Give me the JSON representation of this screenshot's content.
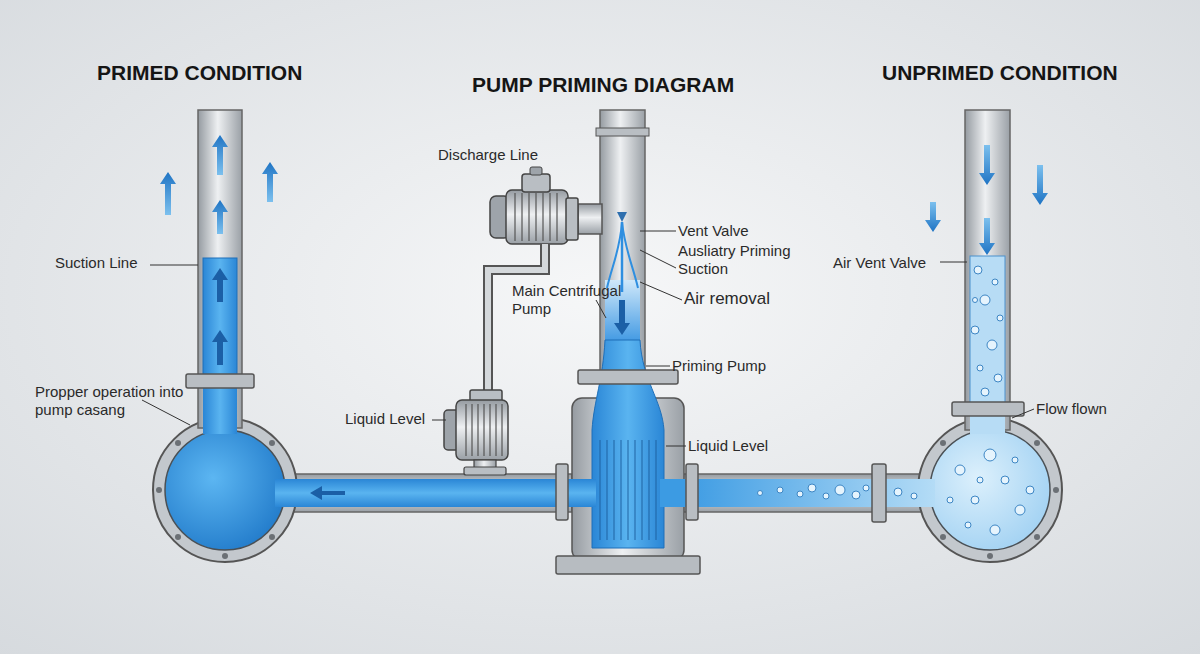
{
  "diagram": {
    "title": "PUMP PRIMING DIAGRAM",
    "labels": [
      "PRIMED CONDITION",
      "UNPRIMED CONDITION",
      "Discharge Line",
      "Vent Valve",
      "Ausliatry Priming Suction",
      "Suction Line",
      "Main Centrifugal Pump",
      "Air removal",
      "Air Vent Valve",
      "Priming Pump",
      "Propper operation into pump casang",
      "Liquid Level",
      "Liquid Level",
      "Flow flown"
    ]
  }
}
